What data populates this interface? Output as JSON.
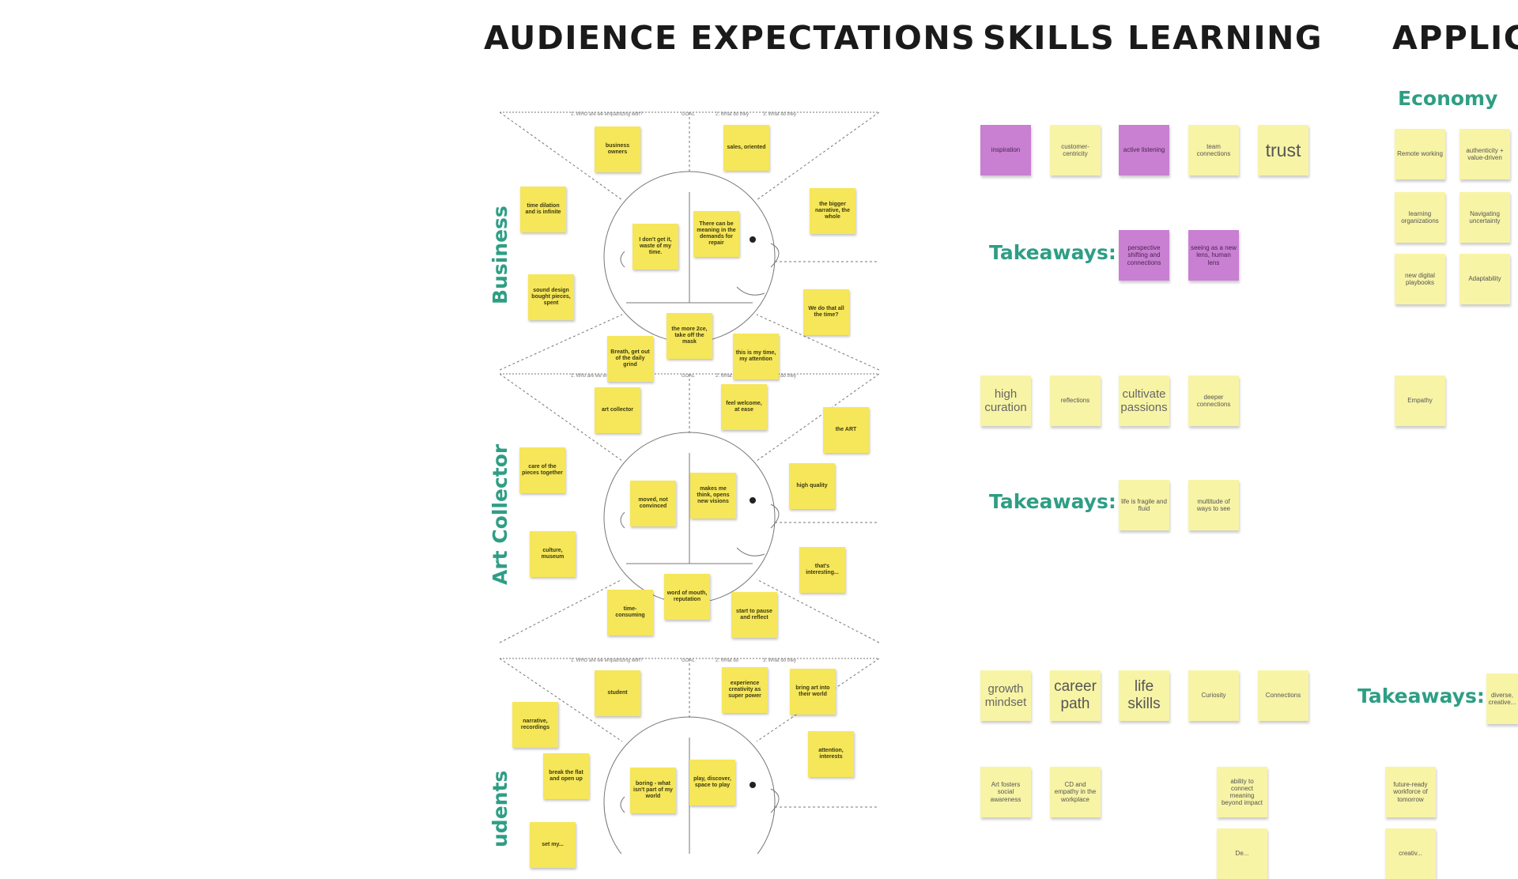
{
  "headers": {
    "audience": "AUDIENCE EXPECTATIONS",
    "skills": "SKILLS LEARNING",
    "applica": "APPLICA"
  },
  "section_labels": {
    "business": "Business",
    "art_collector": "Art Collector",
    "students": "udents",
    "economy": "Economy"
  },
  "takeaways_label": "Takeaways:",
  "map_captions": {
    "block1": [
      "1. WHO are we empathizing with?",
      "GOAL",
      "2. What do they",
      "3. What do they"
    ],
    "block2": [
      "1. Who are we empathizing with?",
      "GOAL",
      "2. What do they",
      "3. What do they"
    ],
    "block3": [
      "1. WHO are we empathizing with?",
      "GOAL",
      "2. What do",
      "3. What do they"
    ]
  },
  "business_notes": [
    "business owners",
    "sales, oriented",
    "time dilation and is infinite",
    "the bigger narrative, the whole",
    "I don't get it, waste of my time.",
    "There can be meaning in the demands for repair",
    "sound design bought pieces, spent",
    "We do that all the time?",
    "the more 2ce, take off the mask",
    "Breath, get out of the daily grind",
    "this is my time, my attention"
  ],
  "art_notes": [
    "art collector",
    "feel welcome, at ease",
    "the ART",
    "care of the pieces together",
    "high quality",
    "moved, not convinced",
    "makes me think, opens new visions",
    "culture, museum",
    "that's interesting...",
    "word of mouth, reputation",
    "time-consuming",
    "start to pause and reflect"
  ],
  "student_notes": [
    "student",
    "experience creativity as super power",
    "bring art into their world",
    "narrative, recordings",
    "attention, interests",
    "break the flat and open up",
    "boring - what isn't part of my world",
    "play, discover, space to play",
    "set my..."
  ],
  "skills": {
    "row1": [
      "inspiration",
      "customer-centricity",
      "active listening",
      "team connections",
      "trust"
    ],
    "row1_colors": [
      "purple",
      "yellow",
      "purple",
      "yellow",
      "yellow"
    ],
    "take1": [
      "perspective shifting and connections",
      "seeing as a new lens, human lens"
    ],
    "row2": [
      "high curation",
      "reflections",
      "cultivate passions",
      "deeper connections"
    ],
    "take2": [
      "life is fragile and fluid",
      "multitude of ways to see"
    ],
    "row3": [
      "growth mindset",
      "career path",
      "life skills",
      "Curiosity",
      "Connections"
    ],
    "row4": [
      "Art fosters social awareness",
      "CD and empathy in the workplace",
      "ability to connect meaning beyond impact",
      "De..."
    ]
  },
  "application": {
    "col1": [
      "Remote working",
      "learning organizations",
      "new digital playbooks",
      "Empathy"
    ],
    "col2": [
      "authenticity + value-driven",
      "Navigating uncertainty",
      "Adaptability"
    ],
    "row_bottom": [
      "future-ready workforce of tomorrow",
      "creativ..."
    ],
    "take_partial": "diverse, creative..."
  }
}
